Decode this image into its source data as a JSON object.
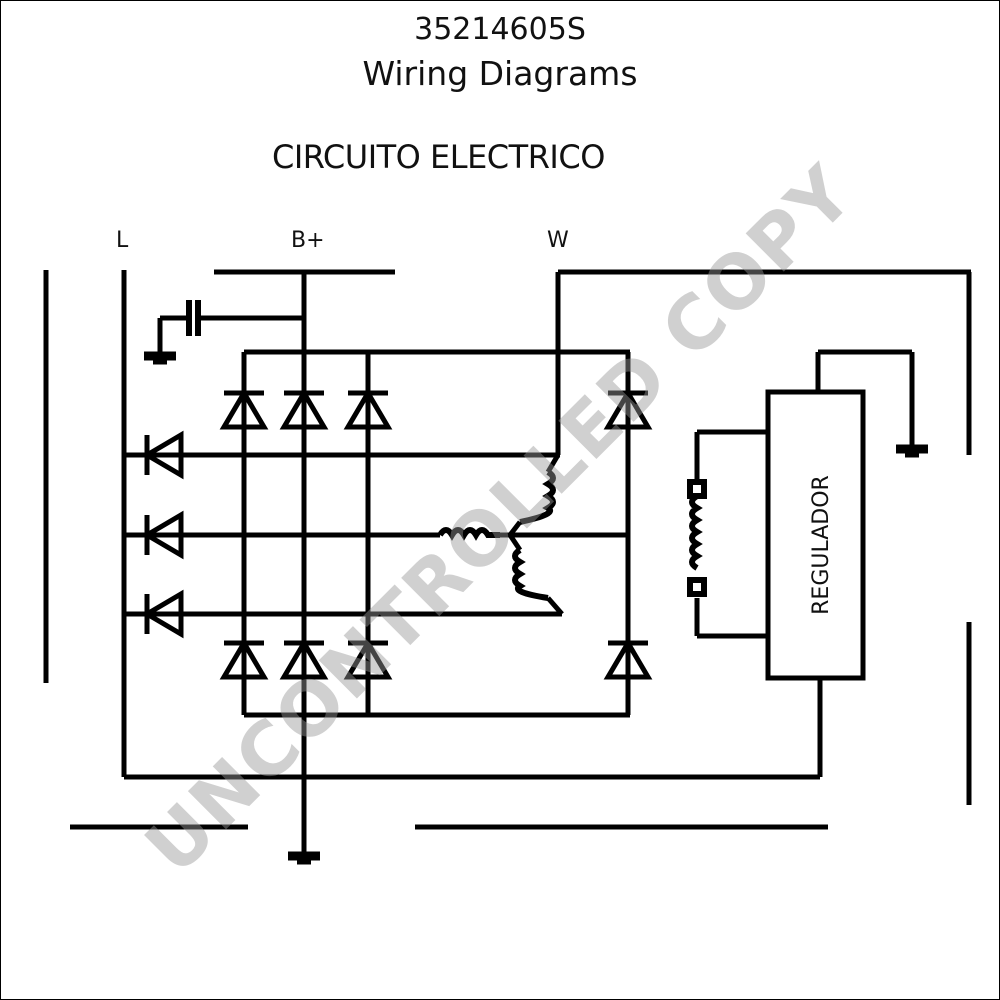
{
  "header": {
    "part_number": "35214605S",
    "title": "Wiring Diagrams"
  },
  "diagram": {
    "heading": "CIRCUITO ELECTRICO",
    "terminals": {
      "l": "L",
      "b_plus": "B+",
      "w": "W"
    },
    "regulator_label": "REGULADOR"
  },
  "watermark": {
    "text": "UNCONTROLLED COPY"
  },
  "colors": {
    "line": "#000000",
    "background": "#ffffff",
    "watermark": "#969696"
  }
}
